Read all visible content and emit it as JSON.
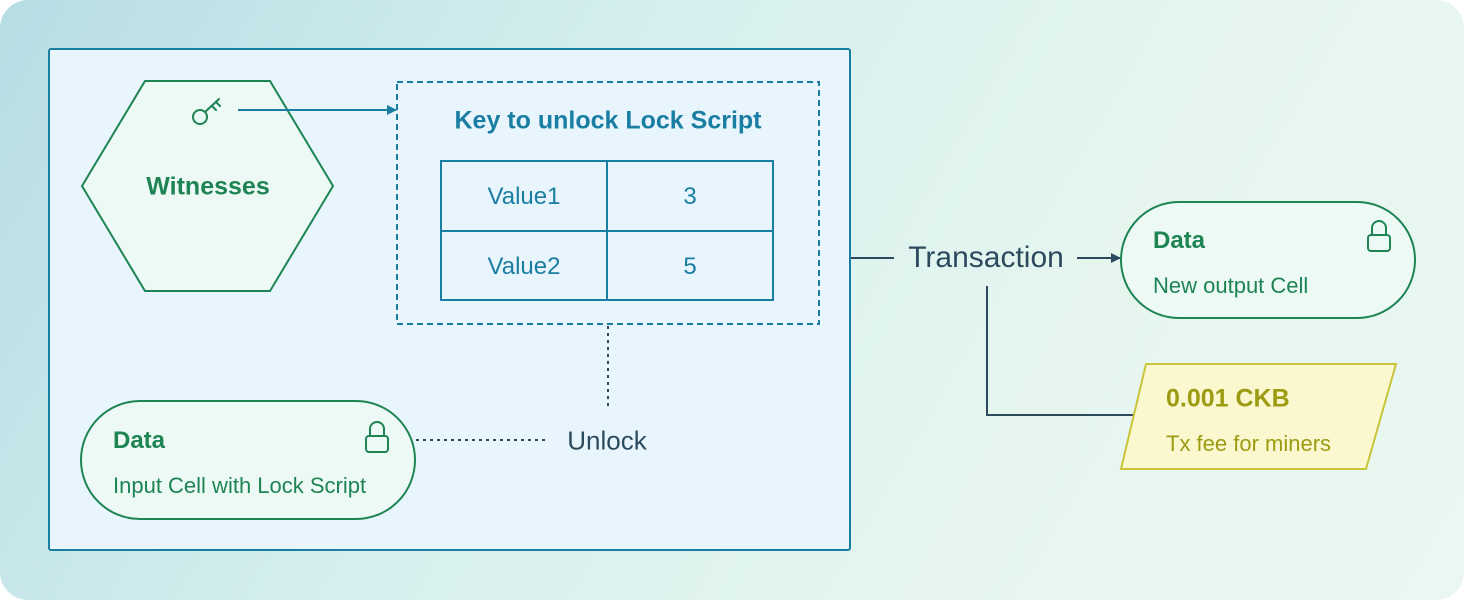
{
  "witnesses": {
    "label": "Witnesses",
    "icon": "key-icon"
  },
  "key_box": {
    "title": "Key to unlock Lock Script",
    "rows": [
      {
        "name": "Value1",
        "value": "3"
      },
      {
        "name": "Value2",
        "value": "5"
      }
    ]
  },
  "input_cell": {
    "title": "Data",
    "subtitle": "Input Cell with Lock Script",
    "icon": "lock-icon"
  },
  "unlock_label": "Unlock",
  "transaction_label": "Transaction",
  "output_cell": {
    "title": "Data",
    "subtitle": "New output Cell",
    "icon": "lock-icon"
  },
  "fee": {
    "amount": "0.001 CKB",
    "description": "Tx fee for miners"
  },
  "colors": {
    "teal": "#1a7ea3",
    "green": "#1f8454",
    "navy": "#2c4a5e",
    "olive": "#9c9b12",
    "panel_fill": "#e9f5fc",
    "cell_fill": "#ecf9f5",
    "fee_fill": "#fbf7cf"
  }
}
